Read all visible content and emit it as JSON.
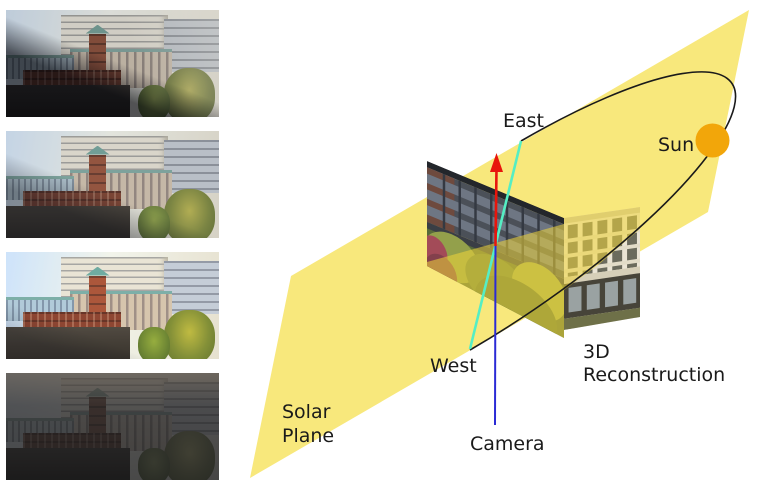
{
  "left_panel": {
    "photos": [
      {
        "name": "city-timelapse-1",
        "lighting": "morning, foreground in deep shadow"
      },
      {
        "name": "city-timelapse-2",
        "lighting": "mid-morning, partial shadow"
      },
      {
        "name": "city-timelapse-3",
        "lighting": "bright afternoon, fully lit"
      },
      {
        "name": "city-timelapse-4",
        "lighting": "dusk, dark warm sky"
      }
    ]
  },
  "diagram": {
    "labels": {
      "east": "East",
      "sun": "Sun",
      "west": "West",
      "camera": "Camera",
      "solar_plane_line1": "Solar",
      "solar_plane_line2": "Plane",
      "reconstruction_line1": "3D",
      "reconstruction_line2": "Reconstruction"
    },
    "colors": {
      "solar_plane": "#F8E87C",
      "overlay_tint": "#F0D53A",
      "sun": "#F2A60A",
      "sun_path": "#1a1a1a",
      "east_west_line": "#55EEC4",
      "up_arrow": "#E8150C",
      "camera_line": "#2B2BD5",
      "text": "#1a1a1a"
    }
  }
}
